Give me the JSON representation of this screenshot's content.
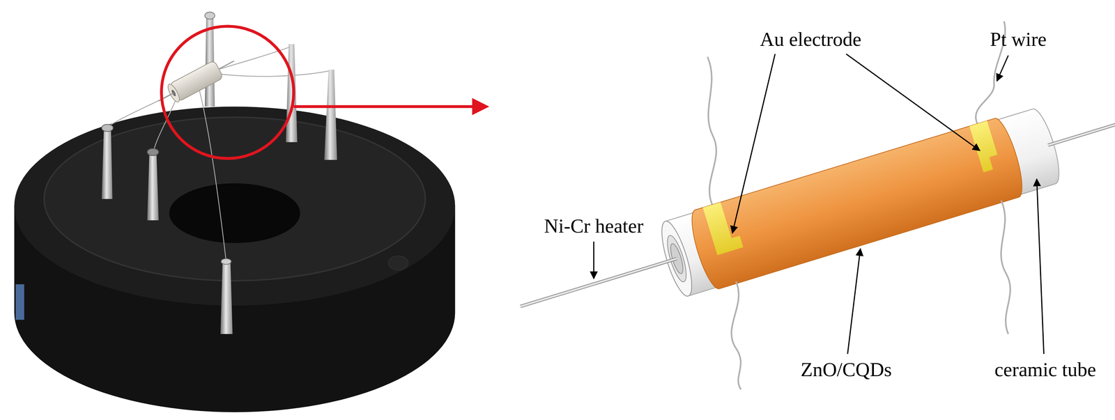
{
  "diagram": {
    "labels": [
      "Au electrode",
      "Pt wire",
      "Ni-Cr heater",
      "ZnO/CQDs",
      "ceramic tube"
    ]
  }
}
